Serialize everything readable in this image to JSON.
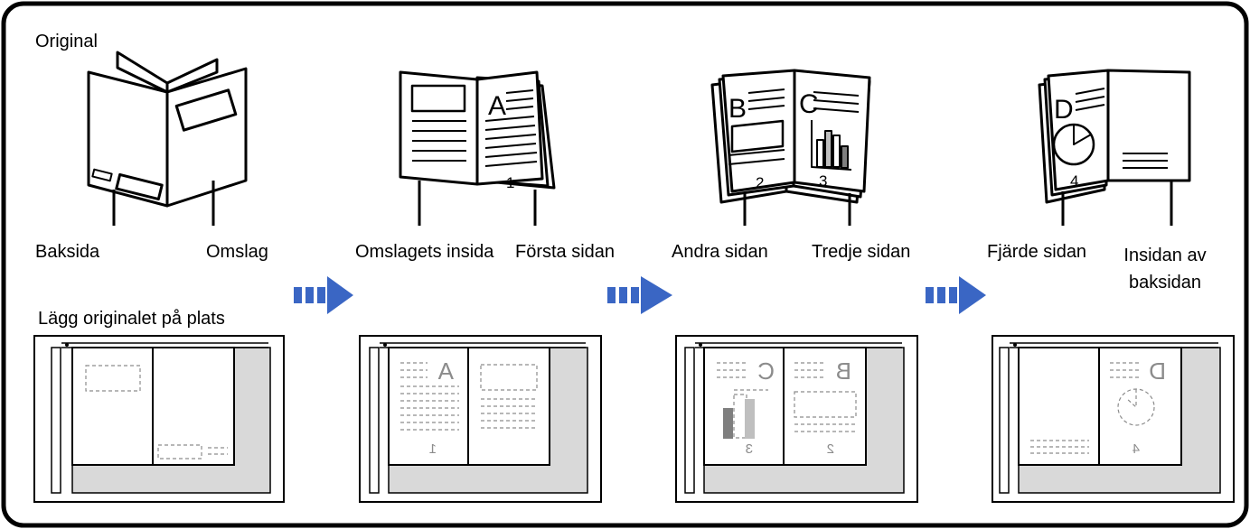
{
  "title": "Original",
  "steps": [
    {
      "left_label": "Baksida",
      "right_label": "Omslag"
    },
    {
      "left_label": "Omslagets insida",
      "right_label": "Första sidan"
    },
    {
      "left_label": "Andra sidan",
      "right_label": "Tredje sidan"
    },
    {
      "left_label": "Fjärde sidan",
      "right_label": "Insidan av baksidan"
    }
  ],
  "placement_label": "Lägg originalet på plats",
  "page_letters": [
    "A",
    "B",
    "C",
    "D"
  ],
  "page_numbers": [
    "1",
    "2",
    "3",
    "4"
  ],
  "colors": {
    "arrow": "#3a66c4",
    "glass": "#d9d9d9",
    "dashed": "#8c8c8c",
    "bar_dark": "#7f7f7f",
    "bar_light": "#bfbfbf"
  }
}
